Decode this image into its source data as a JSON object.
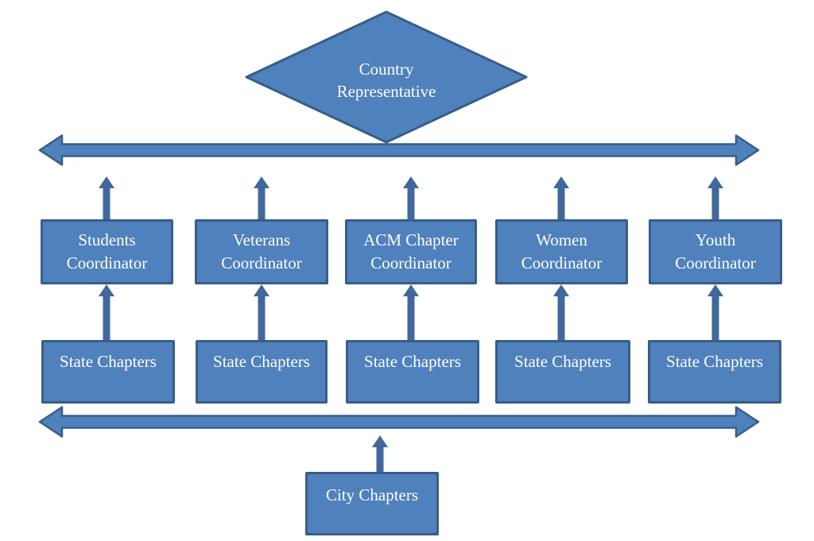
{
  "diagram": {
    "root": {
      "label": "Country Representative"
    },
    "coordinators": [
      {
        "label": "Students Coordinator"
      },
      {
        "label": "Veterans Coordinator"
      },
      {
        "label": "ACM Chapter Coordinator"
      },
      {
        "label": "Women Coordinator"
      },
      {
        "label": "Youth Coordinator"
      }
    ],
    "state_chapters": [
      {
        "label": "State Chapters"
      },
      {
        "label": "State Chapters"
      },
      {
        "label": "State Chapters"
      },
      {
        "label": "State Chapters"
      },
      {
        "label": "State Chapters"
      }
    ],
    "city": {
      "label": "City Chapters"
    },
    "colors": {
      "background": "#ffffff",
      "node_fill": "#4f81bd",
      "node_border": "#385d8a",
      "arrow_fill": "#4f81bd",
      "arrow_border": "#385d8a",
      "connector_fill": "#41689c",
      "text": "#fdfdfd"
    }
  }
}
